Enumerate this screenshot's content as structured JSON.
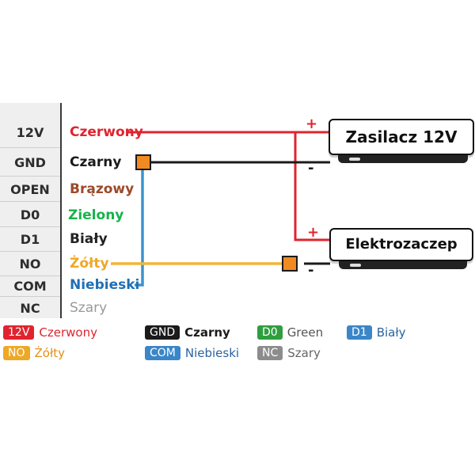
{
  "pins": [
    {
      "code": "12V",
      "wire": "Czerwony",
      "color": "#e0242f"
    },
    {
      "code": "GND",
      "wire": "Czarny",
      "color": "#1b1b1b"
    },
    {
      "code": "OPEN",
      "wire": "Brązowy",
      "color": "#9b4a2b"
    },
    {
      "code": "D0",
      "wire": "Zielony",
      "color": "#16b34a"
    },
    {
      "code": "D1",
      "wire": "Biały",
      "color": "#222222"
    },
    {
      "code": "NO",
      "wire": "Żółty",
      "color": "#efa825"
    },
    {
      "code": "COM",
      "wire": "Niebieski",
      "color": "#1f6fb5"
    },
    {
      "code": "NC",
      "wire": "Szary",
      "color": "#9a9a9a"
    }
  ],
  "devices": {
    "psu": {
      "title": "Zasilacz 12V",
      "plus": "+",
      "minus": "-"
    },
    "lock": {
      "title": "Elektrozaczep",
      "plus": "+",
      "minus": "-"
    }
  },
  "legend": [
    {
      "badge": "12V",
      "text": "Czerwony",
      "badge_color": "#e0242f",
      "text_color": "#e0242f"
    },
    {
      "badge": "GND",
      "text": "Czarny",
      "badge_color": "#1b1b1b",
      "text_color": "#1b1b1b"
    },
    {
      "badge": "D0",
      "text": "Green",
      "badge_color": "#2f9e3f",
      "text_color": "#555555"
    },
    {
      "badge": "D1",
      "text": "Biały",
      "badge_color": "#3a86c8",
      "text_color": "#2a63a0"
    },
    {
      "badge": "NO",
      "text": "Żółty",
      "badge_color": "#efa825",
      "text_color": "#e0901a"
    },
    {
      "badge": "COM",
      "text": "Niebieski",
      "badge_color": "#3a86c8",
      "text_color": "#2a63a0"
    },
    {
      "badge": "NC",
      "text": "Szary",
      "badge_color": "#8c8c8c",
      "text_color": "#666666"
    }
  ],
  "colors": {
    "red": "#e0242f",
    "black": "#1b1b1b",
    "blue": "#3b93cf",
    "yellow": "#f2b53a",
    "orange": "#f28a22"
  }
}
